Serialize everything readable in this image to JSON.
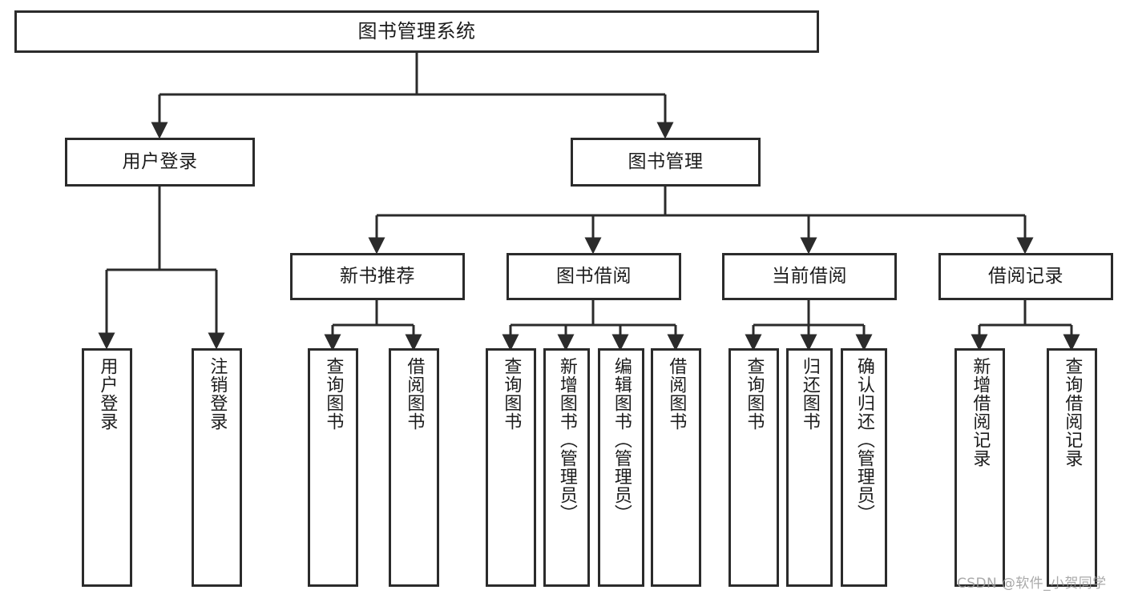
{
  "diagram": {
    "title": "图书管理系统",
    "type": "tree-hierarchy",
    "watermark": "CSDN @软件_小贺同学",
    "colors": {
      "background": "#ffffff",
      "node_border": "#2b2b2b",
      "node_fill": "#ffffff",
      "connector": "#2b2b2b",
      "text": "#1c1c1c",
      "watermark": "#9b9b9b"
    },
    "levels": {
      "root": {
        "label": "图书管理系统"
      },
      "level1": [
        {
          "id": "user-login",
          "label": "用户登录"
        },
        {
          "id": "book-management",
          "label": "图书管理"
        }
      ],
      "level2": [
        {
          "id": "new-book-recommend",
          "label": "新书推荐",
          "parent": "book-management"
        },
        {
          "id": "book-borrow",
          "label": "图书借阅",
          "parent": "book-management"
        },
        {
          "id": "current-borrow",
          "label": "当前借阅",
          "parent": "book-management"
        },
        {
          "id": "borrow-record",
          "label": "借阅记录",
          "parent": "book-management"
        }
      ],
      "leaves": [
        {
          "id": "leaf-user-login",
          "label": "用户登录",
          "parent": "user-login"
        },
        {
          "id": "leaf-logout-login",
          "label": "注销登录",
          "parent": "user-login"
        },
        {
          "id": "leaf-query-book-1",
          "label": "查询图书",
          "parent": "new-book-recommend"
        },
        {
          "id": "leaf-borrow-book-1",
          "label": "借阅图书",
          "parent": "new-book-recommend"
        },
        {
          "id": "leaf-query-book-2",
          "label": "查询图书",
          "parent": "book-borrow"
        },
        {
          "id": "leaf-add-book",
          "label": "新增图书（管理员）",
          "parent": "book-borrow"
        },
        {
          "id": "leaf-edit-book",
          "label": "编辑图书（管理员）",
          "parent": "book-borrow"
        },
        {
          "id": "leaf-borrow-book-2",
          "label": "借阅图书",
          "parent": "book-borrow"
        },
        {
          "id": "leaf-query-book-3",
          "label": "查询图书",
          "parent": "current-borrow"
        },
        {
          "id": "leaf-return-book",
          "label": "归还图书",
          "parent": "current-borrow"
        },
        {
          "id": "leaf-confirm-return",
          "label": "确认归还（管理员）",
          "parent": "current-borrow"
        },
        {
          "id": "leaf-add-record",
          "label": "新增借阅记录",
          "parent": "borrow-record"
        },
        {
          "id": "leaf-query-record",
          "label": "查询借阅记录",
          "parent": "borrow-record"
        }
      ]
    }
  }
}
